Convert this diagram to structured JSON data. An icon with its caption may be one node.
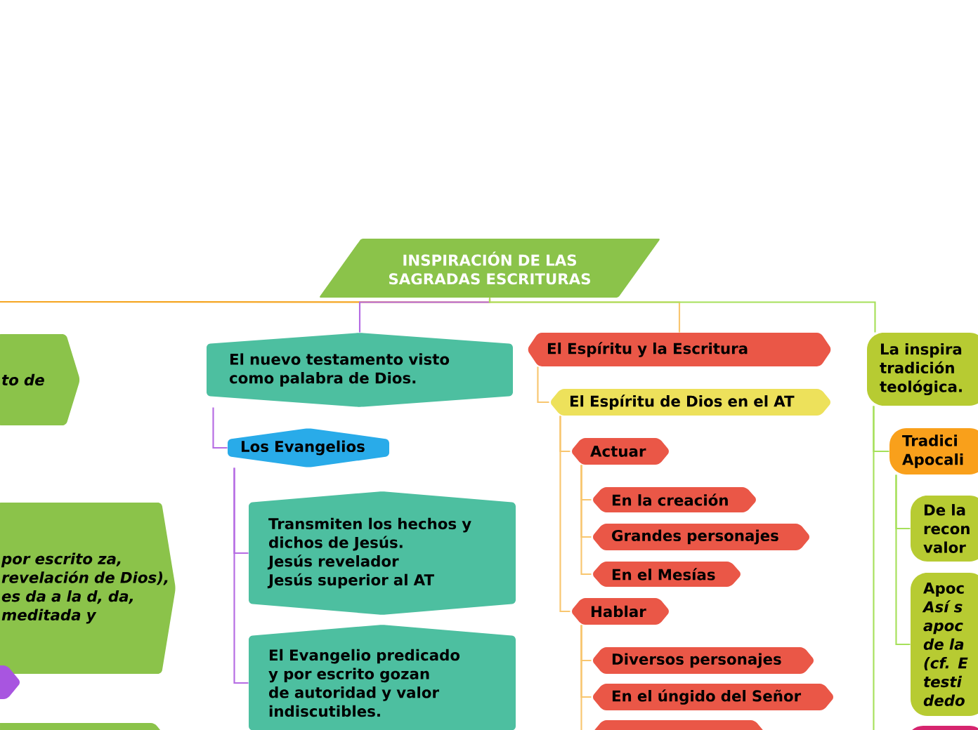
{
  "diagram": {
    "nodes": [
      {
        "text": [
          "INSPIRACIÓN DE LAS SAGRADAS ESCRITURAS"
        ]
      },
      {
        "text": [
          "to de"
        ]
      },
      {
        "text": [
          "por escrito za, revelación de Dios), es da a la d, da, meditada y"
        ]
      },
      {
        "text": [],
        "shape": "box"
      },
      {
        "text": [],
        "shape": "box"
      },
      {
        "text": [
          "El nuevo testamento visto como palabra de Dios."
        ]
      },
      {
        "text": [
          "Los Evangelios"
        ]
      },
      {
        "text": [
          "Transmiten los hechos y dichos de Jesús.",
          "Jesús revelador",
          "Jesús superior al AT"
        ]
      },
      {
        "text": [
          "El Evangelio predicado y por escrito gozan de autoridad y valor indiscutibles."
        ]
      },
      {
        "text": [
          "El Espíritu y la Escritura"
        ]
      },
      {
        "text": [
          "El Espíritu de Dios en el AT"
        ]
      },
      {
        "text": [
          "Actuar"
        ]
      },
      {
        "text": [
          "En la creación"
        ]
      },
      {
        "text": [
          "Grandes personajes"
        ]
      },
      {
        "text": [
          "En el Mesías"
        ]
      },
      {
        "text": [
          "Hablar"
        ]
      },
      {
        "text": [
          "Diversos personajes"
        ]
      },
      {
        "text": [
          "En el úngido del Señor"
        ]
      },
      {
        "text": [],
        "shape": "box"
      },
      {
        "text": [
          "La inspira tradición teológica."
        ]
      },
      {
        "text": [
          "Tradici Apocali"
        ]
      },
      {
        "text": [
          "De la recon valor"
        ]
      },
      {
        "text": [
          "Apoc *Así s apoc de la (cf. E testi dedo*"
        ]
      },
      {
        "text": [],
        "shape": "box"
      }
    ],
    "edges": [
      {
        "from": 0,
        "to": null,
        "arrow": "none",
        "color": "#f5a623"
      },
      {
        "from": 0,
        "to": 5,
        "arrow": "none",
        "color": "#b56be3"
      },
      {
        "from": 0,
        "to": 9,
        "arrow": "none"
      },
      {
        "from": 0,
        "to": 19,
        "arrow": "none",
        "color": "#a6e05a"
      },
      {
        "from": 5,
        "to": 6,
        "arrow": "none",
        "color": "#b56be3"
      },
      {
        "from": 6,
        "to": 7,
        "arrow": "none",
        "color": "#b56be3"
      },
      {
        "from": 6,
        "to": 8,
        "arrow": "none",
        "color": "#b56be3"
      },
      {
        "from": 9,
        "to": 10,
        "arrow": "none"
      },
      {
        "from": 10,
        "to": 11,
        "arrow": "none"
      },
      {
        "from": 11,
        "to": 12,
        "arrow": "none"
      },
      {
        "from": 11,
        "to": 13,
        "arrow": "none"
      },
      {
        "from": 11,
        "to": 14,
        "arrow": "none"
      },
      {
        "from": 10,
        "to": 15,
        "arrow": "none"
      },
      {
        "from": 15,
        "to": 16,
        "arrow": "none"
      },
      {
        "from": 15,
        "to": 17,
        "arrow": "none"
      },
      {
        "from": 15,
        "to": 18,
        "arrow": "none"
      },
      {
        "from": 19,
        "to": 20,
        "arrow": "none",
        "color": "#a6e05a"
      },
      {
        "from": 20,
        "to": 21,
        "arrow": "none",
        "color": "#a6e05a"
      },
      {
        "from": 20,
        "to": 22,
        "arrow": "none",
        "color": "#a6e05a"
      },
      {
        "from": 19,
        "to": 23,
        "arrow": "none",
        "color": "#a6e05a"
      }
    ]
  }
}
